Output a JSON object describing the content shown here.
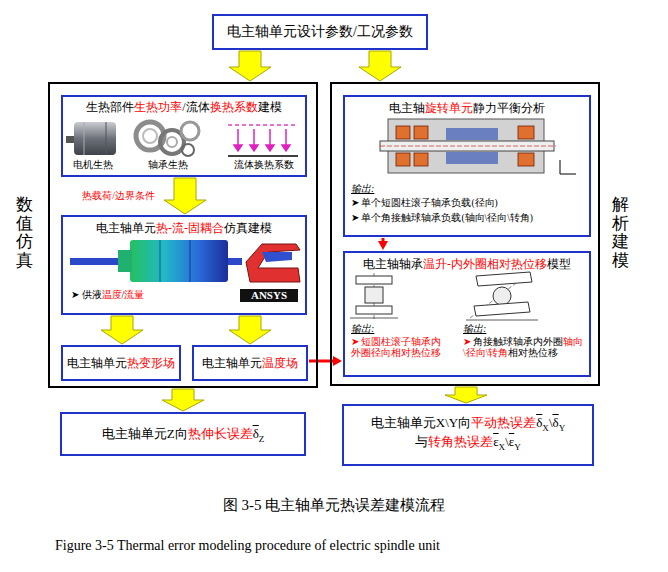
{
  "diagram": {
    "caption": "图 3-5 电主轴单元热误差建模流程",
    "nodes": [
      {
        "text": [
          "电主轴单元设计参数/工况参数"
        ]
      },
      {
        "text": [
          "数值仿真"
        ]
      },
      {
        "text": [
          "生热部件生热功率/流体换热系数建模"
        ],
        "in": 1
      },
      {
        "text": [
          "电主轴单元热-流-固耦合仿真建模",
          "➤ 供液温度/流量"
        ],
        "in": 1
      },
      {
        "text": [
          "电主轴单元热变形场"
        ],
        "in": 1
      },
      {
        "text": [
          "电主轴单元温度场"
        ],
        "in": 1
      },
      {
        "text": [
          "解析建模"
        ]
      },
      {
        "text": [
          "电主轴旋转单元静力平衡分析",
          "输出:",
          "➤ 单个短圆柱滚子轴承负载(径向)",
          "➤ 单个角接触球轴承负载(轴向\\径向\\转角)"
        ],
        "in": 6
      },
      {
        "text": [
          "电主轴轴承温升-内外圈相对热位移模型",
          "输出:",
          "➤ 短圆柱滚子轴承内外圈径向相对热位移",
          "输出:",
          "➤ 角接触球轴承内外圈轴向\\径向\\转角相对热位移"
        ],
        "in": 6
      },
      {
        "text": [
          "电主轴单元Z向热伸长误差δZ"
        ]
      },
      {
        "text": [
          "电主轴单元X\\Y向平动热误差δX\\δY 与转角热误差εX\\εY"
        ]
      }
    ],
    "edges": [
      {
        "from": 0,
        "to": 1,
        "arrow": "to"
      },
      {
        "from": 0,
        "to": 6,
        "arrow": "to"
      },
      {
        "from": 2,
        "to": 3,
        "arrow": "to",
        "label": "热载荷/边界条件"
      },
      {
        "from": 3,
        "to": 4,
        "arrow": "to"
      },
      {
        "from": 3,
        "to": 5,
        "arrow": "to"
      },
      {
        "from": 5,
        "to": 8,
        "arrow": "to"
      },
      {
        "from": 7,
        "to": 8,
        "arrow": "to"
      },
      {
        "from": 1,
        "to": 9,
        "arrow": "to"
      },
      {
        "from": 6,
        "to": 10,
        "arrow": "to"
      }
    ],
    "labels": [
      "电机生热",
      "轴承生热",
      "流体换热系数",
      "ANSYS",
      "Figure 3-5 Thermal error modeling procedure of electric spindle unit"
    ]
  }
}
